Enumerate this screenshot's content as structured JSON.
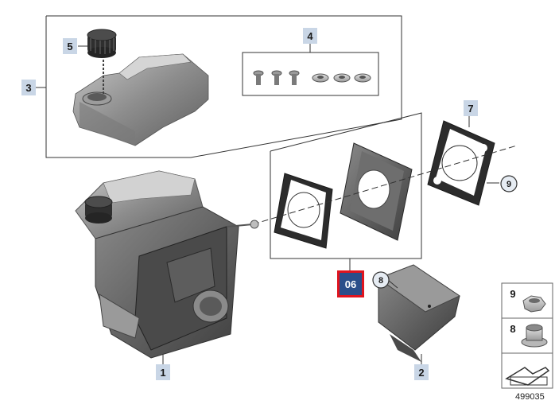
{
  "callouts": {
    "p1": "1",
    "p2": "2",
    "p3": "3",
    "p4": "4",
    "p5": "5",
    "p7": "7",
    "p8": "8",
    "p9": "9"
  },
  "selected_group": "06",
  "legend": {
    "item_a": "9",
    "item_b": "8"
  },
  "doc_number": "499035",
  "colors": {
    "selected_fill": "#2a4e8a",
    "selected_border": "#e0141e",
    "tag_bg": "#c9d6e6"
  }
}
